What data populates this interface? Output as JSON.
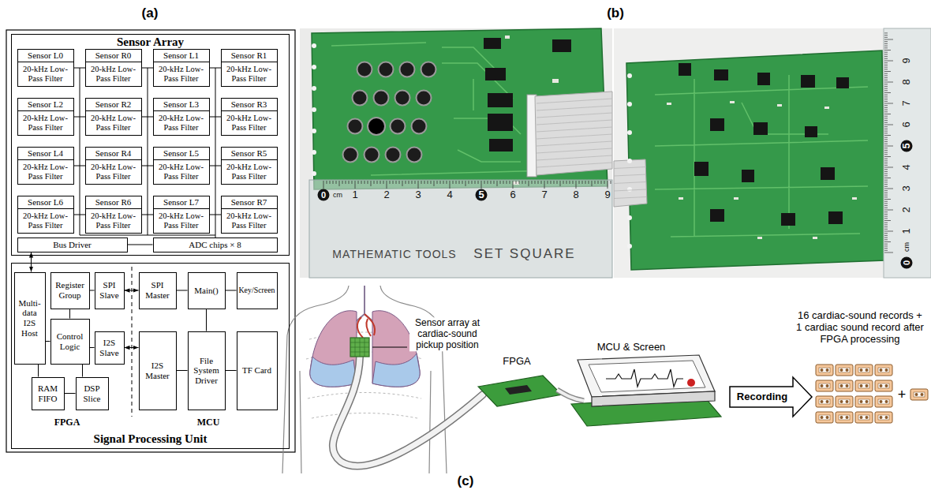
{
  "diagram": {
    "nodes": [
      {
        "text": [
          "Sensor Array"
        ]
      },
      {
        "text": [
          "Sensor L0",
          "20-kHz Low-Pass Filter"
        ],
        "in": 0
      },
      {
        "text": [
          "Sensor R0",
          "20-kHz Low-Pass Filter"
        ],
        "in": 0
      },
      {
        "text": [
          "Sensor L1",
          "20-kHz Low-Pass Filter"
        ],
        "in": 0
      },
      {
        "text": [
          "Sensor R1",
          "20-kHz Low-Pass Filter"
        ],
        "in": 0
      },
      {
        "text": [
          "Sensor L2",
          "20-kHz Low-Pass Filter"
        ],
        "in": 0
      },
      {
        "text": [
          "Sensor R2",
          "20-kHz Low-Pass Filter"
        ],
        "in": 0
      },
      {
        "text": [
          "Sensor L3",
          "20-kHz Low-Pass Filter"
        ],
        "in": 0
      },
      {
        "text": [
          "Sensor R3",
          "20-kHz Low-Pass Filter"
        ],
        "in": 0
      },
      {
        "text": [
          "Sensor L4",
          "20-kHz Low-Pass Filter"
        ],
        "in": 0
      },
      {
        "text": [
          "Sensor R4",
          "20-kHz Low-Pass Filter"
        ],
        "in": 0
      },
      {
        "text": [
          "Sensor L5",
          "20-kHz Low-Pass Filter"
        ],
        "in": 0
      },
      {
        "text": [
          "Sensor R5",
          "20-kHz Low-Pass Filter"
        ],
        "in": 0
      },
      {
        "text": [
          "Sensor L6",
          "20-kHz Low-Pass Filter"
        ],
        "in": 0
      },
      {
        "text": [
          "Sensor R6",
          "20-kHz Low-Pass Filter"
        ],
        "in": 0
      },
      {
        "text": [
          "Sensor L7",
          "20-kHz Low-Pass Filter"
        ],
        "in": 0
      },
      {
        "text": [
          "Sensor R7",
          "20-kHz Low-Pass Filter"
        ],
        "in": 0
      },
      {
        "text": [
          "Bus Driver"
        ],
        "in": 0
      },
      {
        "text": [
          "ADC chips × 8"
        ],
        "in": 0
      },
      {
        "text": [
          "Signal Processing Unit"
        ]
      },
      {
        "text": [
          "Multi-data I2S Host"
        ],
        "in": 19
      },
      {
        "text": [
          "Register Group"
        ],
        "in": 19
      },
      {
        "text": [
          "SPI Slave"
        ],
        "in": 19
      },
      {
        "text": [
          "SPI Master"
        ],
        "in": 19
      },
      {
        "text": [
          "Main()"
        ],
        "in": 19
      },
      {
        "text": [
          "Key/Screen"
        ],
        "in": 19
      },
      {
        "text": [
          "Control Logic"
        ],
        "in": 19
      },
      {
        "text": [
          "I2S Slave"
        ],
        "in": 19
      },
      {
        "text": [
          "I2S Master"
        ],
        "in": 19
      },
      {
        "text": [
          "File System Driver"
        ],
        "in": 19
      },
      {
        "text": [
          "TF Card"
        ],
        "in": 19
      },
      {
        "text": [
          "RAM FIFO"
        ],
        "in": 19
      },
      {
        "text": [
          "DSP Slice"
        ],
        "in": 19
      }
    ],
    "edges": [
      {
        "from": 17,
        "to": 20,
        "arrow": "both"
      },
      {
        "from": 17,
        "to": 18,
        "arrow": "none"
      },
      {
        "from": 22,
        "to": 23,
        "arrow": "both"
      },
      {
        "from": 27,
        "to": 28,
        "arrow": "both"
      },
      {
        "from": 21,
        "to": 22,
        "arrow": "none"
      },
      {
        "from": 21,
        "to": 26,
        "arrow": "none"
      },
      {
        "from": 20,
        "to": 26,
        "arrow": "none"
      },
      {
        "from": 26,
        "to": 27,
        "arrow": "none"
      },
      {
        "from": 20,
        "to": 31,
        "arrow": "none"
      },
      {
        "from": 26,
        "to": 32,
        "arrow": "none"
      },
      {
        "from": 31,
        "to": 32,
        "arrow": "none"
      },
      {
        "from": 23,
        "to": 24,
        "arrow": "none"
      },
      {
        "from": 24,
        "to": 25,
        "arrow": "none"
      },
      {
        "from": 24,
        "to": 29,
        "arrow": "none"
      },
      {
        "from": 28,
        "to": 29,
        "arrow": "none"
      },
      {
        "from": 29,
        "to": 30,
        "arrow": "none"
      }
    ],
    "labels": [
      "(a)",
      "(b)",
      "(c)",
      "FPGA",
      "MCU",
      "MATHEMATIC TOOLS",
      "SET SQUARE",
      "0",
      "cm",
      "1",
      "2",
      "3",
      "4",
      "5",
      "6",
      "7",
      "8",
      "9",
      "0",
      "cm",
      "1",
      "2",
      "3",
      "4",
      "5",
      "6",
      "7",
      "8",
      "9",
      "Sensor array at cardiac-sound pickup position",
      "FPGA",
      "MCU & Screen",
      "Recording",
      "16 cardiac-sound records + 1 cardiac sound record after FPGA processing",
      "+"
    ]
  }
}
